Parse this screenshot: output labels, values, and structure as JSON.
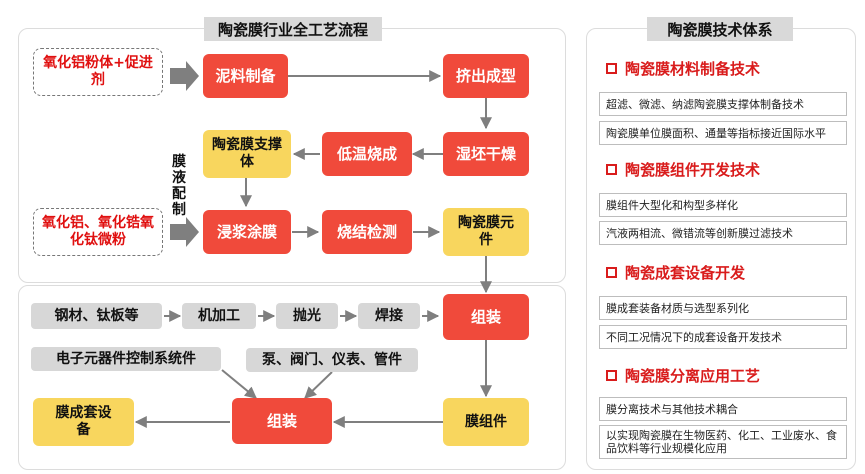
{
  "left": {
    "section1_title": "陶瓷膜行业全工艺流程",
    "input1": "氧化铝粉体+促进剂",
    "input2": "氧化铝、氧化锆氧化钛微粉",
    "boxes": {
      "mud": "泥料制备",
      "extrude": "挤出成型",
      "dry": "湿坯干燥",
      "lowtemp": "低温烧成",
      "support": "陶瓷膜支撑体",
      "coating": "浸浆涂膜",
      "sinter": "烧结检测",
      "element": "陶瓷膜元件"
    },
    "side_label": "膜液配制",
    "chain": [
      "钢材、钛板等",
      "机加工",
      "抛光",
      "焊接"
    ],
    "electronics": "电子元器件控制系统件",
    "pumps": "泵、阀门、仪表、管件",
    "assemble1": "组装",
    "assemble2": "组装",
    "module": "膜组件",
    "equipment": "膜成套设备"
  },
  "right": {
    "title": "陶瓷膜技术体系",
    "sections": [
      {
        "title": "陶瓷膜材料制备技术",
        "items": [
          "超滤、微滤、纳滤陶瓷膜支撑体制备技术",
          "陶瓷膜单位膜面积、通量等指标接近国际水平"
        ]
      },
      {
        "title": "陶瓷膜组件开发技术",
        "items": [
          "膜组件大型化和构型多样化",
          "汽液两相流、微错流等创新膜过滤技术"
        ]
      },
      {
        "title": "陶瓷成套设备开发",
        "items": [
          "膜成套装备材质与选型系列化",
          "不同工况情况下的成套设备开发技术"
        ]
      },
      {
        "title": "陶瓷膜分离应用工艺",
        "items": [
          "膜分离技术与其他技术耦合",
          "以实现陶瓷膜在生物医药、化工、工业废水、食品饮料等行业规模化应用"
        ]
      }
    ]
  }
}
